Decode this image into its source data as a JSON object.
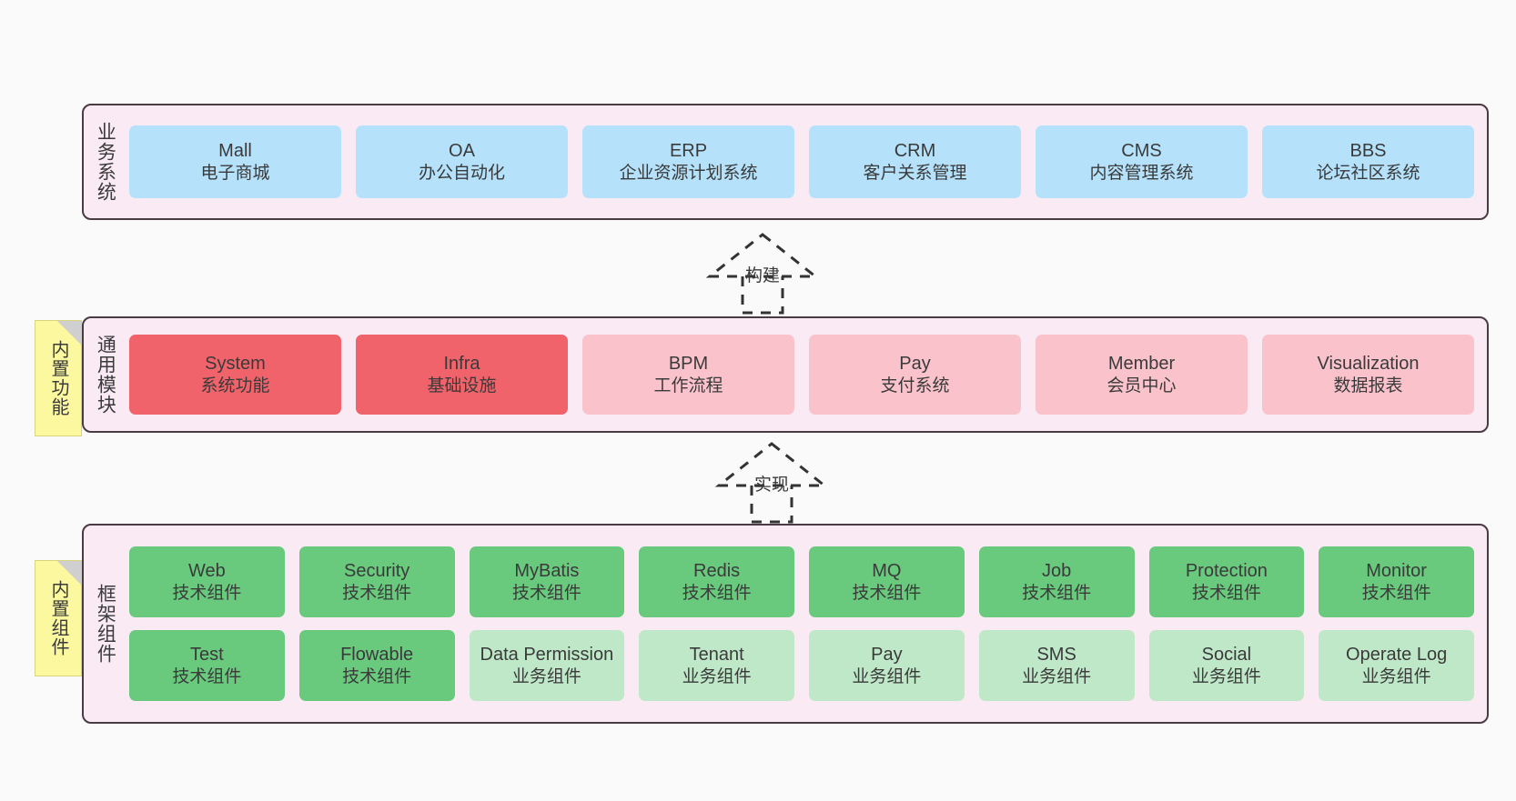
{
  "diagram": {
    "title_hidden": "",
    "colors": {
      "canvas_bg": "#fafafa",
      "layer_bg": "#f9eaf4",
      "layer_border": "#4a3b42",
      "business_box": "#b5e2fa",
      "module_primary_box": "#f0636a",
      "module_secondary_box": "#fac3cb",
      "tech_component_box": "#69ca7e",
      "biz_component_box": "#bfe8c8",
      "note_bg": "#fbf8a0",
      "note_fold": "#cfcfcf"
    }
  },
  "layers": [
    {
      "id": "business-system",
      "title": "业务系统",
      "rows": [
        [
          {
            "en": "Mall",
            "cn": "电子商城",
            "style": "c-blue"
          },
          {
            "en": "OA",
            "cn": "办公自动化",
            "style": "c-blue"
          },
          {
            "en": "ERP",
            "cn": "企业资源计划系统",
            "style": "c-blue"
          },
          {
            "en": "CRM",
            "cn": "客户关系管理",
            "style": "c-blue"
          },
          {
            "en": "CMS",
            "cn": "内容管理系统",
            "style": "c-blue"
          },
          {
            "en": "BBS",
            "cn": "论坛社区系统",
            "style": "c-blue"
          }
        ]
      ]
    },
    {
      "id": "common-module",
      "title": "通用模块",
      "note": "内置功能",
      "rows": [
        [
          {
            "en": "System",
            "cn": "系统功能",
            "style": "c-red"
          },
          {
            "en": "Infra",
            "cn": "基础设施",
            "style": "c-red"
          },
          {
            "en": "BPM",
            "cn": "工作流程",
            "style": "c-pink"
          },
          {
            "en": "Pay",
            "cn": "支付系统",
            "style": "c-pink"
          },
          {
            "en": "Member",
            "cn": "会员中心",
            "style": "c-pink"
          },
          {
            "en": "Visualization",
            "cn": "数据报表",
            "style": "c-pink"
          }
        ]
      ]
    },
    {
      "id": "framework-component",
      "title": "框架组件",
      "note": "内置组件",
      "rows": [
        [
          {
            "en": "Web",
            "cn": "技术组件",
            "style": "c-green"
          },
          {
            "en": "Security",
            "cn": "技术组件",
            "style": "c-green"
          },
          {
            "en": "MyBatis",
            "cn": "技术组件",
            "style": "c-green"
          },
          {
            "en": "Redis",
            "cn": "技术组件",
            "style": "c-green"
          },
          {
            "en": "MQ",
            "cn": "技术组件",
            "style": "c-green"
          },
          {
            "en": "Job",
            "cn": "技术组件",
            "style": "c-green"
          },
          {
            "en": "Protection",
            "cn": "技术组件",
            "style": "c-green"
          },
          {
            "en": "Monitor",
            "cn": "技术组件",
            "style": "c-green"
          }
        ],
        [
          {
            "en": "Test",
            "cn": "技术组件",
            "style": "c-green"
          },
          {
            "en": "Flowable",
            "cn": "技术组件",
            "style": "c-green"
          },
          {
            "en": "Data Permission",
            "cn": "业务组件",
            "style": "c-greenlight"
          },
          {
            "en": "Tenant",
            "cn": "业务组件",
            "style": "c-greenlight"
          },
          {
            "en": "Pay",
            "cn": "业务组件",
            "style": "c-greenlight"
          },
          {
            "en": "SMS",
            "cn": "业务组件",
            "style": "c-greenlight"
          },
          {
            "en": "Social",
            "cn": "业务组件",
            "style": "c-greenlight"
          },
          {
            "en": "Operate Log",
            "cn": "业务组件",
            "style": "c-greenlight"
          }
        ]
      ]
    }
  ],
  "connectors": [
    {
      "id": "build-arrow",
      "label": "构建"
    },
    {
      "id": "implement-arrow",
      "label": "实现"
    }
  ]
}
